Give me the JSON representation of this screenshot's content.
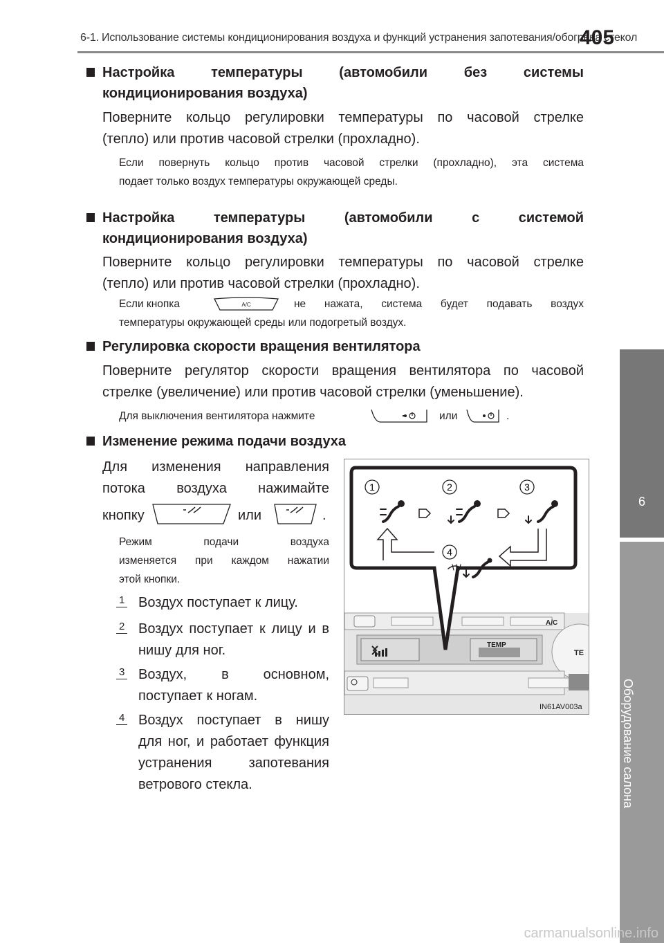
{
  "header": {
    "title": "6-1. Использование системы кондиционирования воздуха и функций устранения запотевания/обогрева стекол",
    "page_number": "405"
  },
  "side_tab": {
    "chapter": "6",
    "label": "Оборудование салона"
  },
  "sections": {
    "s1": {
      "heading_line1": "Настройка температуры (автомобили без системы",
      "heading_line2": "кондиционирования воздуха)",
      "body_line1": "Поверните кольцо регулировки температуры по часовой стрелке",
      "body_line2": "(тепло) или против часовой стрелки (прохладно).",
      "note_line1": "Если повернуть кольцо против часовой стрелки (прохладно), эта система",
      "note_line2": "подает только воздух температуры окружающей среды."
    },
    "s2": {
      "heading_line1": "Настройка температуры (автомобили с системой",
      "heading_line2": "кондиционирования воздуха)",
      "body_line1": "Поверните кольцо регулировки температуры по часовой стрелке",
      "body_line2": "(тепло) или против часовой стрелки (прохладно).",
      "note_a": "Если кнопка",
      "note_b": "не нажата, система будет подавать воздух",
      "note_line2": "температуры окружающей среды или подогретый воздух.",
      "ac_label": "A/C"
    },
    "s3": {
      "heading": "Регулировка скорости вращения вентилятора",
      "body_line1": "Поверните регулятор скорости вращения вентилятора по часовой",
      "body_line2": "стрелке (увеличение) или против часовой стрелки (уменьшение).",
      "note_a": "Для выключения вентилятора нажмите",
      "note_or": "или",
      "note_end": "."
    },
    "s4": {
      "heading": "Изменение режима подачи воздуха",
      "body_line1": "Для изменения направления",
      "body_line2": "потока воздуха нажимайте",
      "body_a": "кнопку",
      "body_or": "или",
      "body_end": ".",
      "note_line1": "Режим подачи воздуха",
      "note_line2": "изменяется при каждом нажатии",
      "note_line3": "этой кнопки.",
      "items": [
        {
          "num": "1",
          "line1": "Воздух поступает к лицу.",
          "line2": ""
        },
        {
          "num": "2",
          "line1": "Воздух поступает к лицу и в",
          "line2": "нишу для ног."
        },
        {
          "num": "3",
          "line1": "Воздух, в основном,",
          "line2": "поступает к ногам."
        },
        {
          "num": "4",
          "line1": "Воздух поступает в нишу",
          "line2": "для ног, и работает функция",
          "line3": "устранения запотевания",
          "line4": "ветрового стекла."
        }
      ]
    }
  },
  "figure": {
    "callouts": [
      "1",
      "2",
      "3",
      "4"
    ],
    "panel_ac": "A/C",
    "panel_temp": "TEMP",
    "panel_edge": "TE",
    "code": "IN61AV003a"
  },
  "footer": "carmanualsonline.info"
}
